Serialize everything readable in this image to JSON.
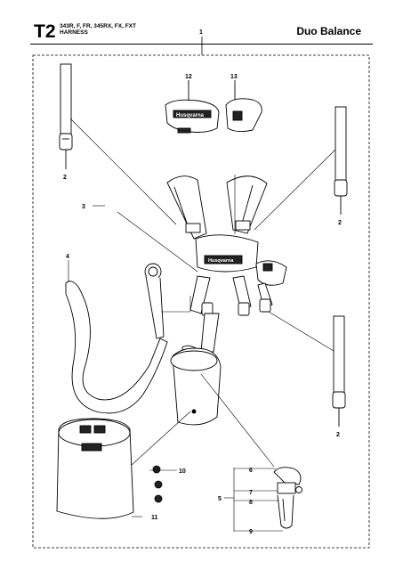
{
  "header": {
    "code": "T2",
    "models_line1": "343R, F, FR, 345RX, FX, FXT",
    "models_line2": "HARNESS",
    "title": "Duo Balance"
  },
  "callouts": {
    "c1": "1",
    "c2a": "2",
    "c2b": "2",
    "c2c": "2",
    "c3": "3",
    "c4": "4",
    "c5": "5",
    "c6": "6",
    "c7": "7",
    "c8": "8",
    "c9": "9",
    "c10": "10",
    "c11": "11",
    "c12": "12",
    "c13": "13"
  },
  "brand_label": "Husqvarna"
}
